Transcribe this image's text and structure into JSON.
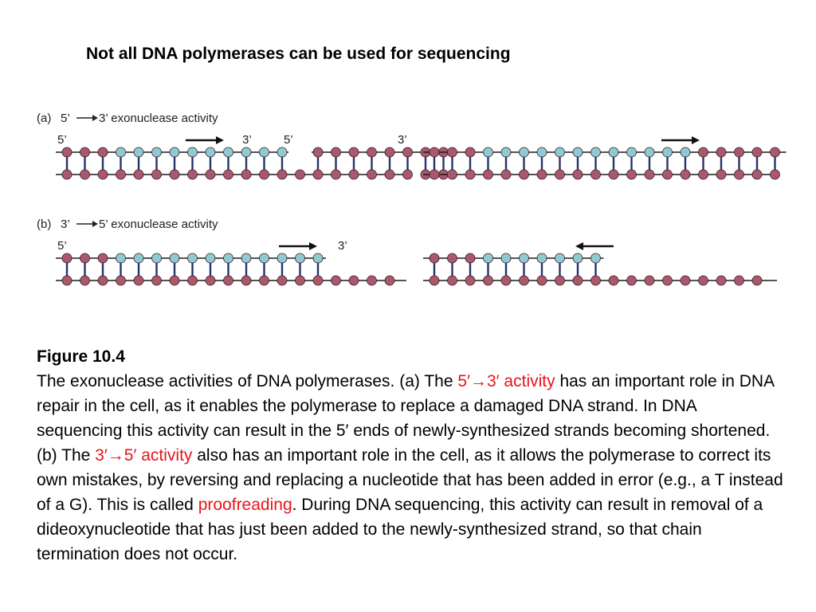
{
  "title": "Not all DNA polymerases can be used for sequencing",
  "panels": [
    {
      "id": "a",
      "label": "(a)  5’ → 3’ exonuclease activity",
      "label_parts": {
        "tag": "(a)",
        "from": "5’",
        "to": "3’ exonuclease activity"
      },
      "end_labels": [
        "5’",
        "3’",
        "5’",
        "3’"
      ],
      "left_top_strand": [
        "old",
        "old",
        "old",
        "new",
        "new",
        "new",
        "new",
        "new",
        "new",
        "new",
        "new",
        "new",
        "new",
        "gap",
        "old",
        "old",
        "old",
        "old",
        "old",
        "old",
        "old",
        "old"
      ],
      "right_top_strand": [
        "old",
        "old",
        "old",
        "new",
        "new",
        "new",
        "new",
        "new",
        "new",
        "new",
        "new",
        "new",
        "new",
        "new",
        "new",
        "old",
        "old",
        "old",
        "old",
        "old"
      ],
      "arrow_direction": "right"
    },
    {
      "id": "b",
      "label": "(b)  3’ → 5’ exonuclease activity",
      "label_parts": {
        "tag": "(b)",
        "from": "3’",
        "to": "5’ exonuclease activity"
      },
      "end_labels": [
        "5’",
        "3’"
      ],
      "left_top_strand": [
        "old",
        "old",
        "old",
        "new",
        "new",
        "new",
        "new",
        "new",
        "new",
        "new",
        "new",
        "new",
        "new",
        "new",
        "new"
      ],
      "right_top_strand": [
        "old",
        "old",
        "old",
        "new",
        "new",
        "new",
        "new",
        "new",
        "new",
        "new"
      ],
      "arrow_direction_left": "right",
      "arrow_direction_right": "left"
    }
  ],
  "colors": {
    "old_nucleotide": "#a9596d",
    "new_nucleotide": "#8fc9d2",
    "backbone": "#1b1b1b",
    "base_pair": "#27336e",
    "new_backbone": "#6fb3bf",
    "highlight": "#e8141a"
  },
  "caption": {
    "heading": "Figure 10.4",
    "parts": [
      "The exonuclease activities of DNA polymerases. (a) The ",
      "5′→3′ activity",
      " has an important role in DNA repair in the cell, as it enables the polymerase to replace a damaged DNA strand. In DNA sequencing this activity can result in the 5′ ends of newly-synthesized strands becoming shortened. (b) The ",
      "3′→5′ activity",
      " also has an important role in the cell, as it allows the polymerase to correct its own mistakes, by reversing and replacing a nucleotide that has been added in error (e.g., a T instead of a G). This is called ",
      "proofreading",
      ". During DNA sequencing, this activity can result in removal of a dideoxynucleotide that has just been added to the newly-synthesized strand, so that chain termination does not occur."
    ]
  }
}
